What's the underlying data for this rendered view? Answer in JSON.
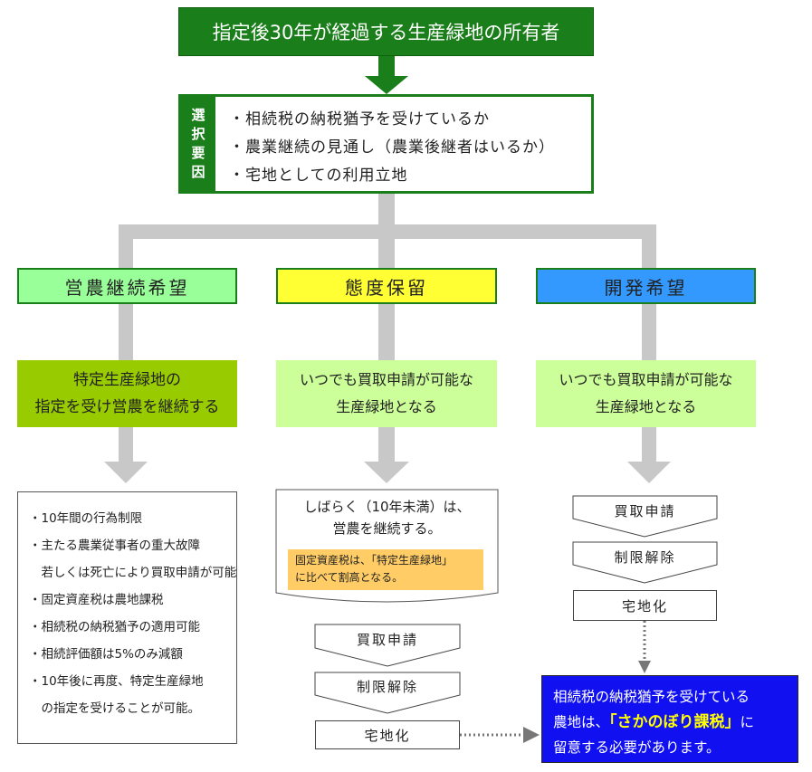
{
  "title": "指定後30年が経過する生産緑地の所有者",
  "factors": {
    "label": [
      "選",
      "択",
      "要",
      "因"
    ],
    "items": [
      "・相続税の納税猶予を受けているか",
      "・農業継続の見通し（農業後継者はいるか）",
      "・宅地としての利用立地"
    ]
  },
  "branches": [
    {
      "category": "営農継続希望",
      "category_color": "#99ff99",
      "desc_color": "#99cc00",
      "desc_lines": [
        "特定生産緑地の",
        "指定を受け営農を継続する"
      ],
      "list": [
        "・10年間の行為制限",
        "・主たる農業従事者の重大故障",
        "　若しくは死亡により買取申請が可能",
        "・固定資産税は農地課税",
        "・相続税の納税猶予の適用可能",
        "・相続評価額は5%のみ減額",
        "・10年後に再度、特定生産緑地",
        "　の指定を受けることが可能。"
      ]
    },
    {
      "category": "態度保留",
      "category_color": "#ffff33",
      "desc_color": "#ccff99",
      "desc_lines": [
        "いつでも買取申請が可能な",
        "生産緑地となる"
      ],
      "note_lines": [
        "しばらく（10年未満）は、",
        "営農を継続する。"
      ],
      "note_highlight": [
        "固定資産税は、「特定生産緑地」",
        "に比べて割高となる。"
      ],
      "note_highlight_color": "#ffcc66",
      "steps": [
        "買取申請",
        "制限解除",
        "宅地化"
      ]
    },
    {
      "category": "開発希望",
      "category_color": "#3399ff",
      "desc_color": "#ccff99",
      "desc_lines": [
        "いつでも買取申請が可能な",
        "生産緑地となる"
      ],
      "steps": [
        "買取申請",
        "制限解除",
        "宅地化"
      ]
    }
  ],
  "warning": {
    "line1": "相続税の納税猶予を受けている",
    "line2_pre": "農地は、",
    "line2_emph": "「さかのぼり課税」",
    "line2_post": "に",
    "line3": "留意する必要があります。",
    "emph_color": "#ffff00"
  }
}
